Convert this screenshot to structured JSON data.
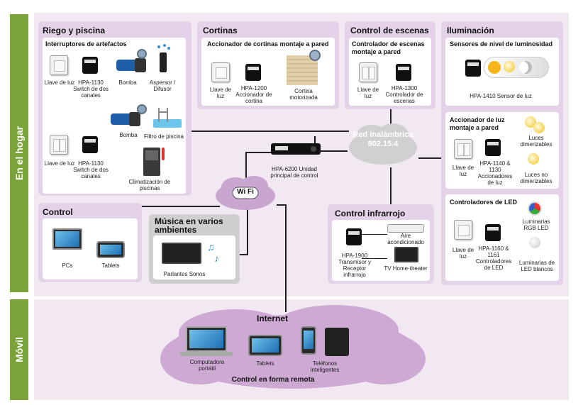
{
  "sections": {
    "home": "En el hogar",
    "mobile": "Móvil"
  },
  "riego": {
    "title": "Riego y piscina",
    "subtitle": "Interruptores de artefactos",
    "light1": "Llave de luz",
    "switch1": "HPA-1130 Switch de dos canales",
    "pump1": "Bomba",
    "sprinkler": "Aspersor / Difusor",
    "pump2": "Bomba",
    "filter": "Filtro de piscina",
    "light2": "Llave de luz",
    "switch2": "HPA-1130 Switch de dos canales",
    "heater": "Climatización de piscinas"
  },
  "cortinas": {
    "title": "Cortinas",
    "subtitle": "Accionador de cortinas montaje a pared",
    "light": "Llave de luz",
    "actuator": "HPA-1200 Accionador de cortina",
    "curtain": "Cortina motorizada"
  },
  "escenas": {
    "title": "Control de escenas",
    "subtitle": "Controlador de escenas montaje a pared",
    "light": "Llave de luz",
    "controller": "HPA-1300 Controlador de escenas"
  },
  "iluminacion": {
    "title": "Iluminación",
    "sensor_sub": "Sensores de nivel de luminosidad",
    "sensor": "HPA-1410 Sensor de luz",
    "actuator_sub": "Accionador de luz montaje a pared",
    "light1": "Llave de luz",
    "actuator": "HPA-1140 & 1130 Accionadores de luz",
    "dimmable": "Luces dimerizables",
    "nondimmable": "Luces no dimerizables",
    "led_sub": "Controladores de LED",
    "light2": "Llave de luz",
    "led_ctrl": "HPA-1160 & 1161 Controladores de LED",
    "rgb": "Luminarias RGB LED",
    "white": "Luminarias de LED blancos"
  },
  "network": {
    "label": "Red inalámbrica 802.15.4"
  },
  "main_unit": {
    "label": "HPA-6200 Unidad principal de control"
  },
  "wifi": {
    "text": "Wi Fi"
  },
  "control": {
    "title": "Control",
    "pcs": "PCs",
    "tablets": "Tablets"
  },
  "musica": {
    "title": "Música en varios ambientes",
    "speakers": "Parlantes Sonos"
  },
  "infrarrojo": {
    "title": "Control infrarrojo",
    "transmitter": "HPA-1900 Transmisor y Receptor infrarrojo",
    "ac": "Aire acondicionado",
    "tv": "TV Home-theater"
  },
  "internet": {
    "title": "Internet",
    "laptop": "Computadora portátil",
    "tablets": "Tablets",
    "phones": "Teléfonos inteligentes",
    "footer": "Control en forma remota"
  }
}
